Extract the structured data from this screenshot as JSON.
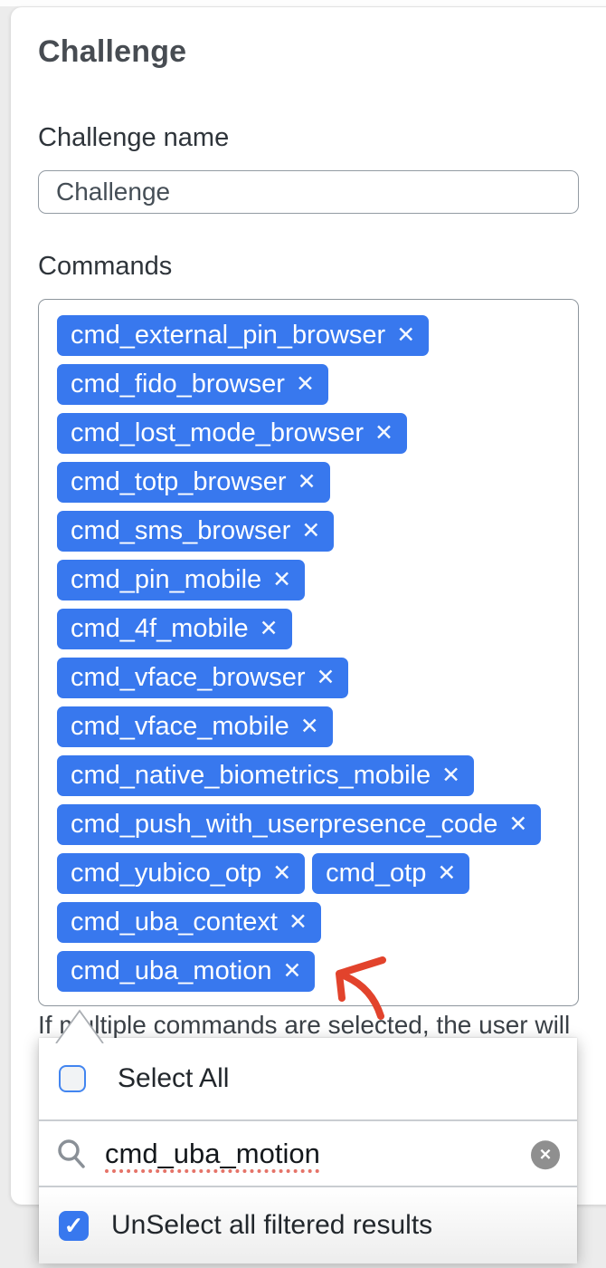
{
  "page_title": "Challenge",
  "fields": {
    "name": {
      "label": "Challenge name",
      "value": "Challenge"
    },
    "commands": {
      "label": "Commands"
    }
  },
  "commands": {
    "rows": [
      [
        "cmd_external_pin_browser"
      ],
      [
        "cmd_fido_browser"
      ],
      [
        "cmd_lost_mode_browser"
      ],
      [
        "cmd_totp_browser"
      ],
      [
        "cmd_sms_browser"
      ],
      [
        "cmd_pin_mobile"
      ],
      [
        "cmd_4f_mobile"
      ],
      [
        "cmd_vface_browser"
      ],
      [
        "cmd_vface_mobile"
      ],
      [
        "cmd_native_biometrics_mobile"
      ],
      [
        "cmd_push_with_userpresence_code"
      ],
      [
        "cmd_yubico_otp",
        "cmd_otp"
      ],
      [
        "cmd_uba_context"
      ],
      [
        "cmd_uba_motion"
      ]
    ],
    "remove_icon": "✕"
  },
  "helper_text": "If multiple commands are selected, the user will",
  "dropdown": {
    "select_all": {
      "label": "Select All",
      "checked": false
    },
    "search": {
      "value": "cmd_uba_motion",
      "icon": "magnifier-icon",
      "clear_icon": "✕"
    },
    "unselect_filtered": {
      "label": "UnSelect all filtered results",
      "checked": true,
      "check_icon": "✓"
    }
  },
  "colors": {
    "tag_blue": "#3878ee",
    "checkbox_blue": "#4285f0",
    "arrow_red": "#e2432c",
    "spellcheck_red": "#e57368",
    "page_bg": "#ececec"
  }
}
